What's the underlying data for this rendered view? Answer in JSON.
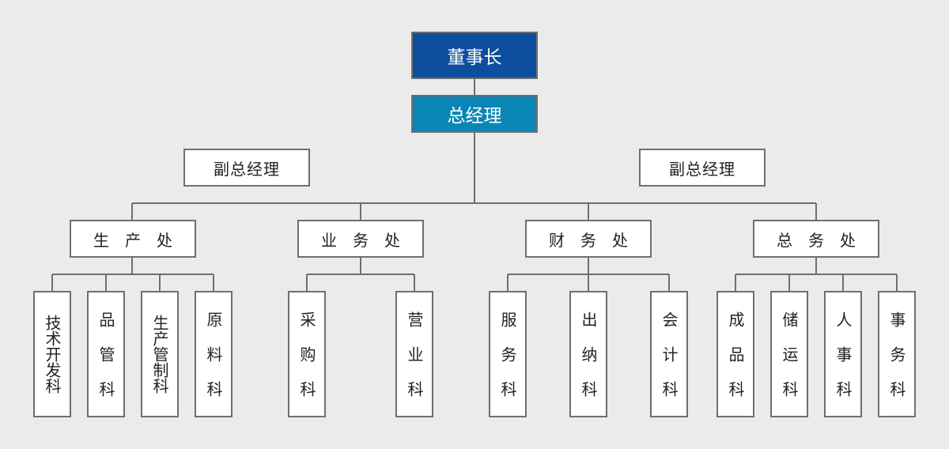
{
  "chairman": "董事长",
  "general_manager": "总经理",
  "deputies": [
    "副总经理",
    "副总经理"
  ],
  "departments": [
    {
      "name": "生　产　处",
      "sections": [
        "技术开发科",
        "品管科",
        "生产管制科",
        "原料科"
      ]
    },
    {
      "name": "业　务　处",
      "sections": [
        "采购科",
        "营业科"
      ]
    },
    {
      "name": "财　务　处",
      "sections": [
        "服务科",
        "出纳科",
        "会计科"
      ]
    },
    {
      "name": "总　务　处",
      "sections": [
        "成品科",
        "储运科",
        "人事科",
        "事务科"
      ]
    }
  ],
  "colors": {
    "chairman": "#0d4e9e",
    "general_manager": "#0a86b6",
    "line": "#6f6f6f"
  }
}
